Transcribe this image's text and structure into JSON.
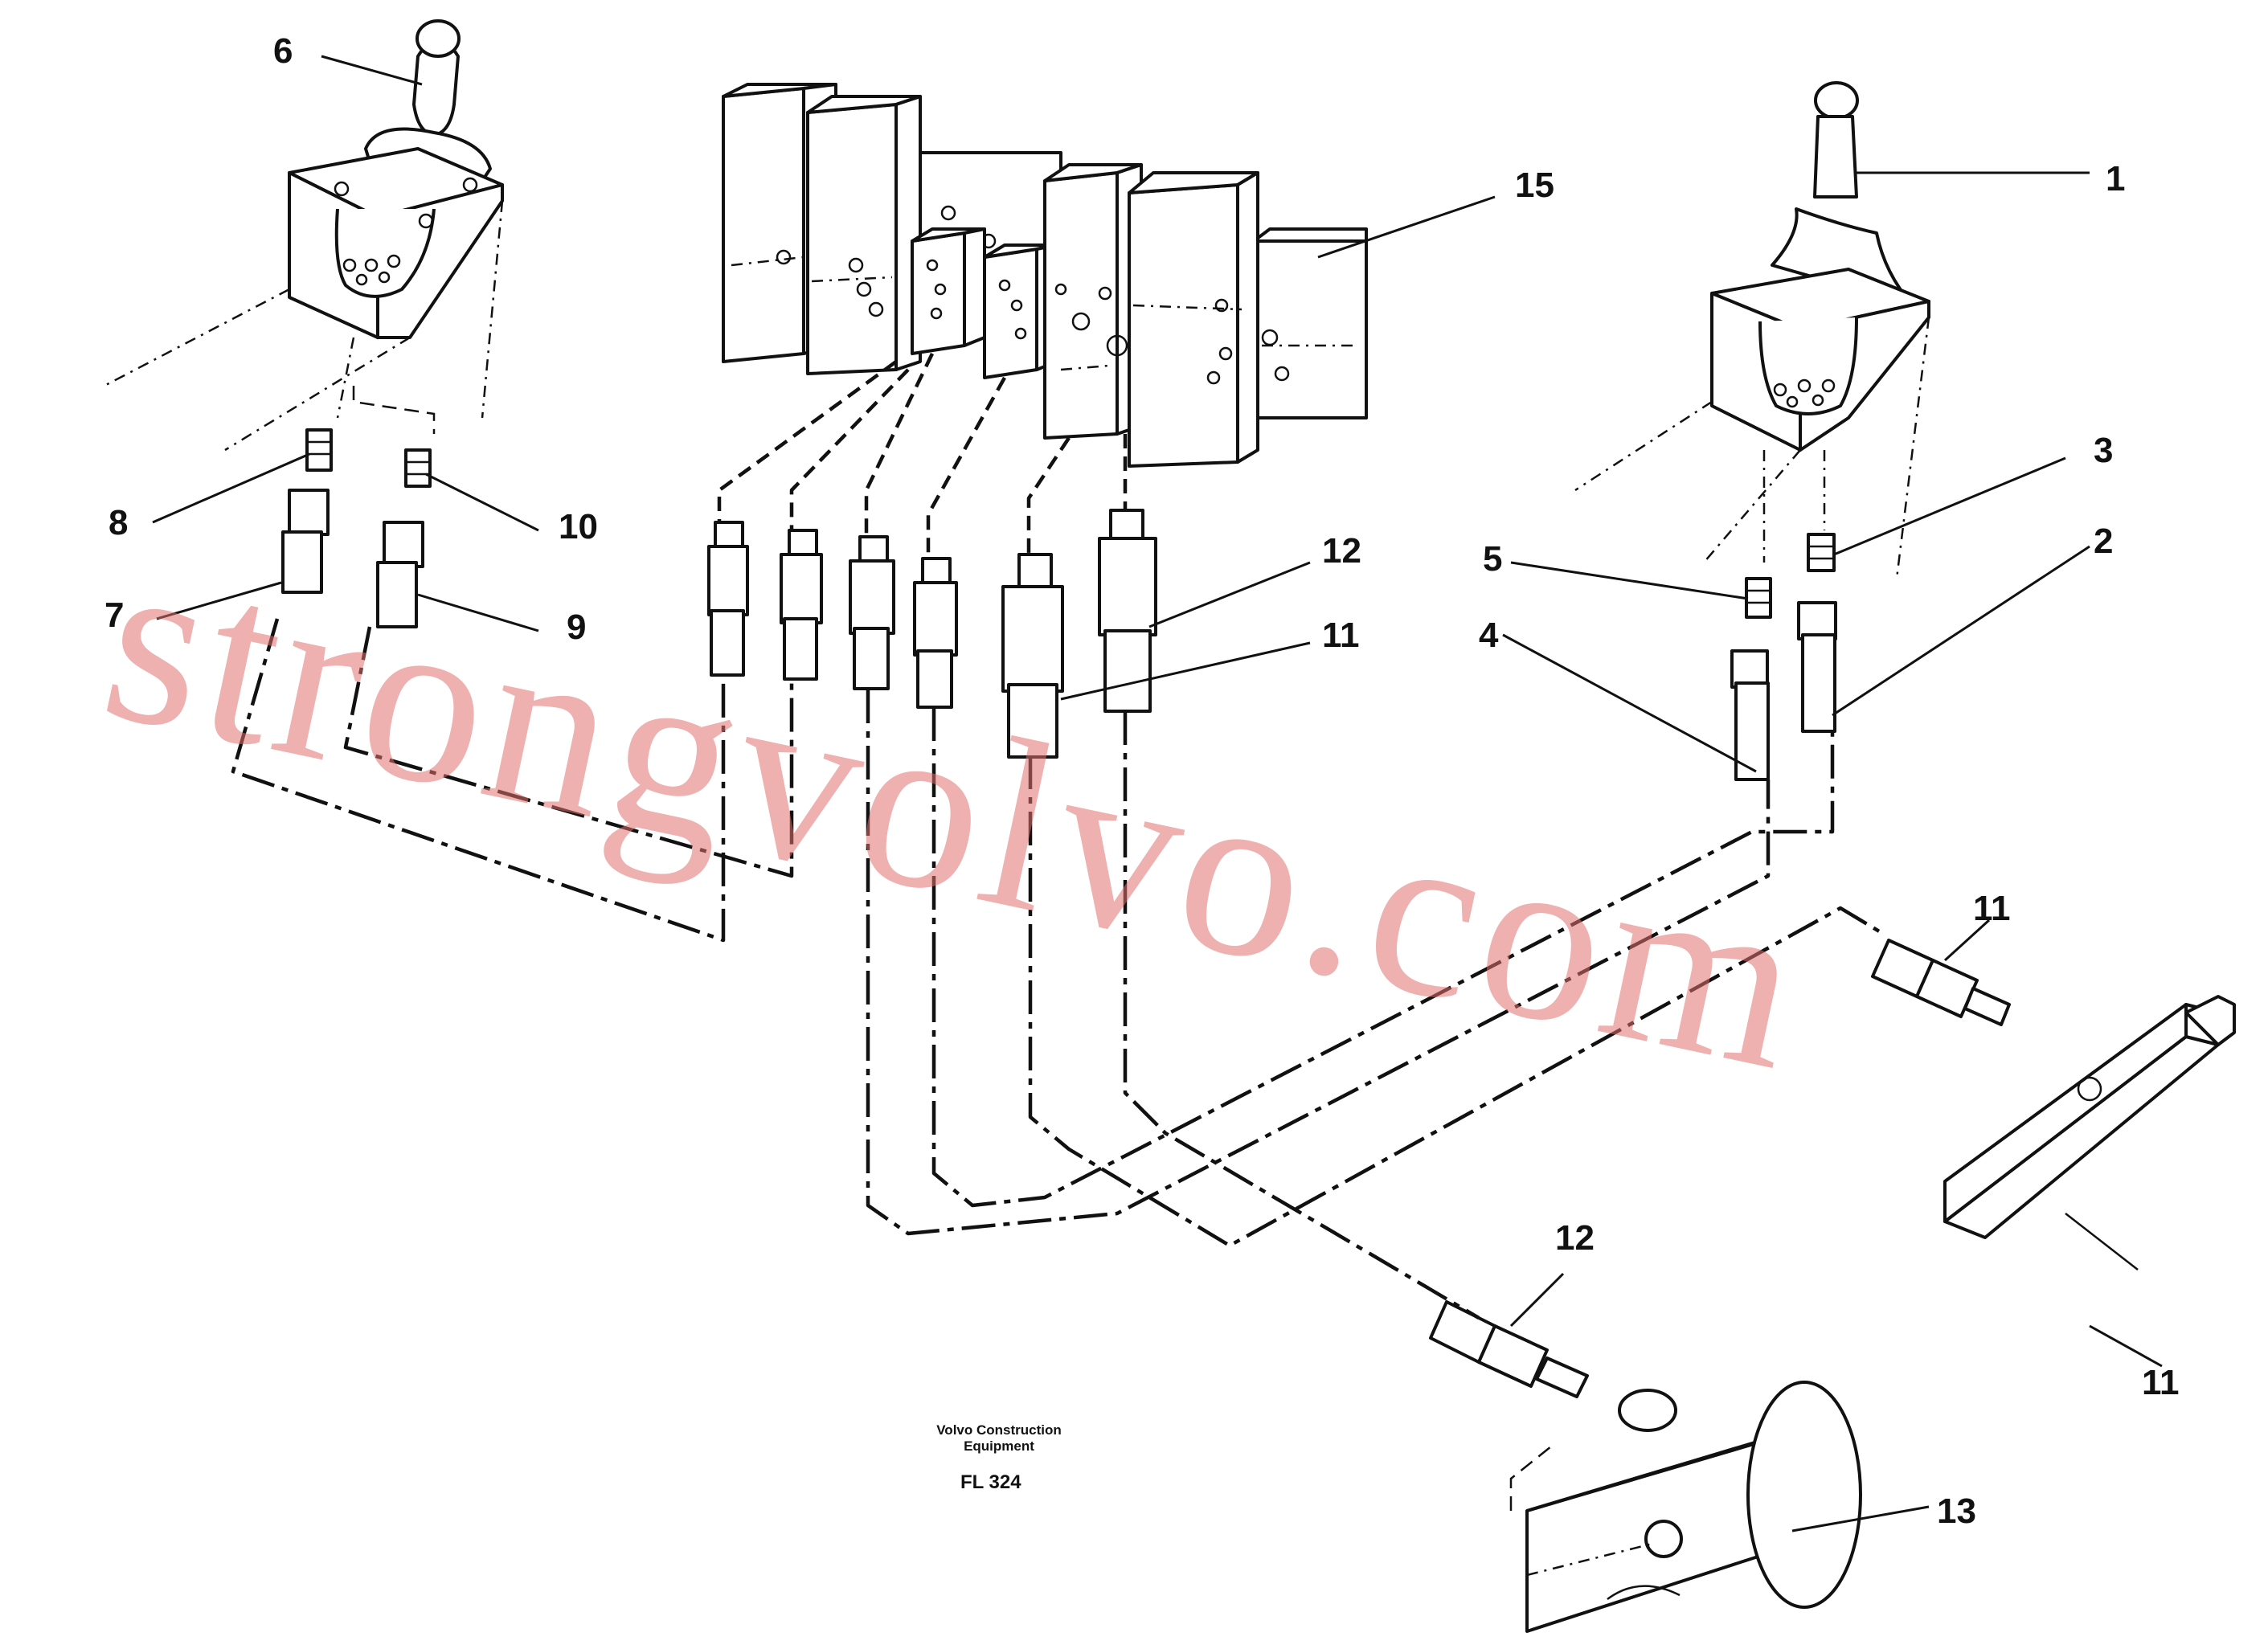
{
  "callouts": {
    "c1": "1",
    "c2": "2",
    "c3": "3",
    "c4": "4",
    "c5": "5",
    "c6": "6",
    "c7": "7",
    "c8": "8",
    "c9": "9",
    "c10": "10",
    "c11a": "11",
    "c11b": "11",
    "c11c": "11",
    "c12a": "12",
    "c12b": "12",
    "c13": "13",
    "c15": "15"
  },
  "footer": {
    "line1": "Volvo Construction",
    "line2": "Equipment",
    "code": "FL 324"
  },
  "watermark": "strongvolvo.com",
  "colors": {
    "ink": "#111111",
    "watermark": "#e26f6f"
  }
}
